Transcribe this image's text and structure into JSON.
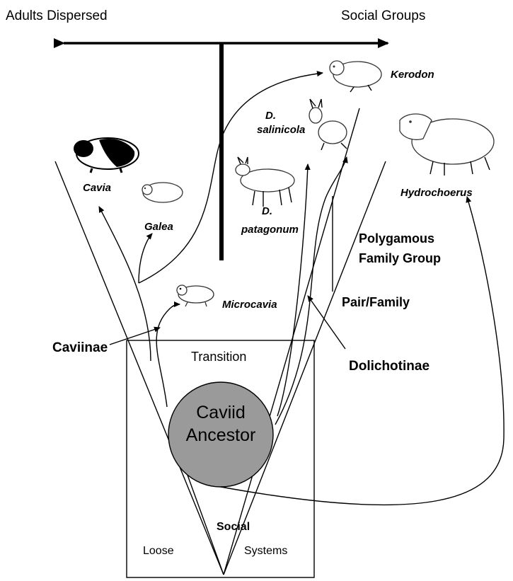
{
  "axis": {
    "left_label": "Adults Dispersed",
    "right_label": "Social Groups"
  },
  "ancestor": {
    "line1": "Caviid",
    "line2": "Ancestor"
  },
  "box": {
    "transition": "Transition",
    "loose": "Loose",
    "social": "Social",
    "systems": "Systems"
  },
  "subfamilies": {
    "caviinae": "Caviinae",
    "dolichotinae": "Dolichotinae"
  },
  "social_types": {
    "polygamous_line1": "Polygamous",
    "polygamous_line2": "Family Group",
    "pair_family": "Pair/Family"
  },
  "species": {
    "cavia": "Cavia",
    "galea": "Galea",
    "microcavia": "Microcavia",
    "kerodon": "Kerodon",
    "d_salinicola_line1": "D.",
    "d_salinicola_line2": "salinicola",
    "d_patagonum_line1": "D.",
    "d_patagonum_line2": "patagonum",
    "hydrochoerus": "Hydrochoerus"
  },
  "colors": {
    "ancestor_fill": "#9a9a9a",
    "line": "#000000"
  }
}
